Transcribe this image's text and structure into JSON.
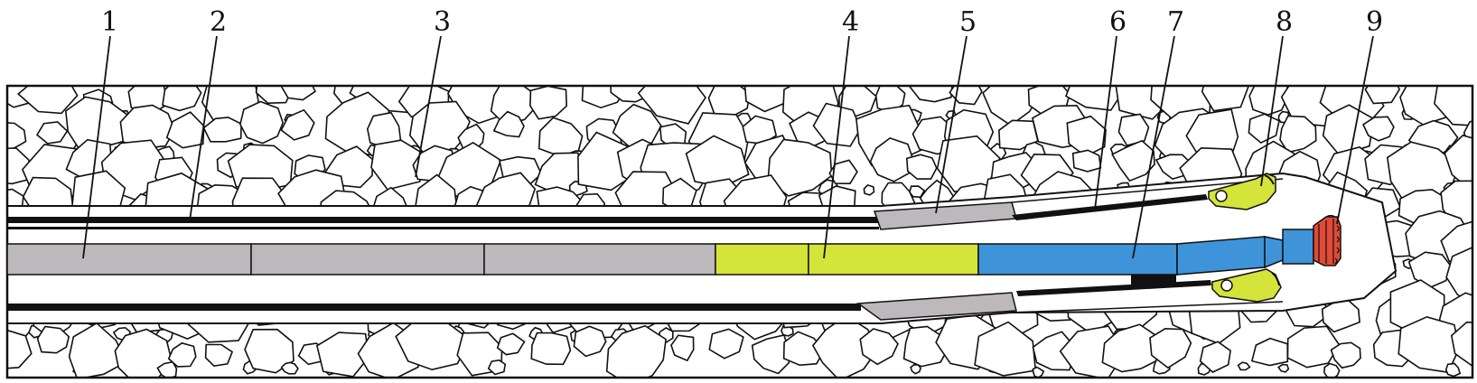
{
  "callouts": [
    {
      "id": "1",
      "label": "1"
    },
    {
      "id": "2",
      "label": "2"
    },
    {
      "id": "3",
      "label": "3"
    },
    {
      "id": "4",
      "label": "4"
    },
    {
      "id": "5",
      "label": "5"
    },
    {
      "id": "6",
      "label": "6"
    },
    {
      "id": "7",
      "label": "7"
    },
    {
      "id": "8",
      "label": "8"
    },
    {
      "id": "9",
      "label": "9"
    }
  ],
  "colors": {
    "rock_fill": "#ffffff",
    "rock_stroke": "#111111",
    "casing": "#111111",
    "drill_rod": "#bdb8bb",
    "guide_sleeve": "#bdb8bb",
    "impactor": "#d4e43a",
    "reamer_wing": "#d4e43a",
    "drill_head": "#3f93d8",
    "bit_tip": "#e04a36",
    "seal_block": "#111111"
  }
}
